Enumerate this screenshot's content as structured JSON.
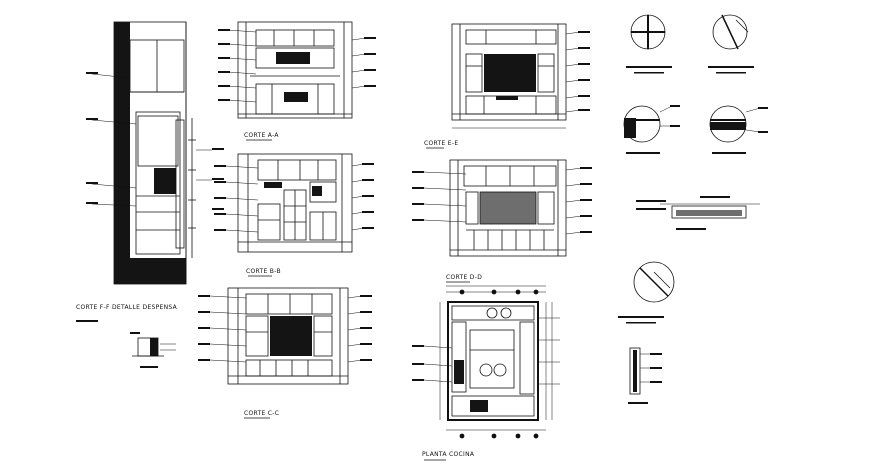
{
  "drawing": {
    "labels": {
      "corte_a": "CORTE A-A",
      "corte_e": "CORTE E-E",
      "corte_b": "CORTE B-B",
      "corte_d": "CORTE D-D",
      "corte_c": "CORTE C-C",
      "corte_f": "CORTE F-F DETALLE DESPENSA",
      "planta": "PLANTA COCINA"
    },
    "colors": {
      "line": "#111111",
      "fill_dark": "#141414",
      "fill_gray": "#6e6e6e",
      "paper": "#ffffff"
    }
  }
}
